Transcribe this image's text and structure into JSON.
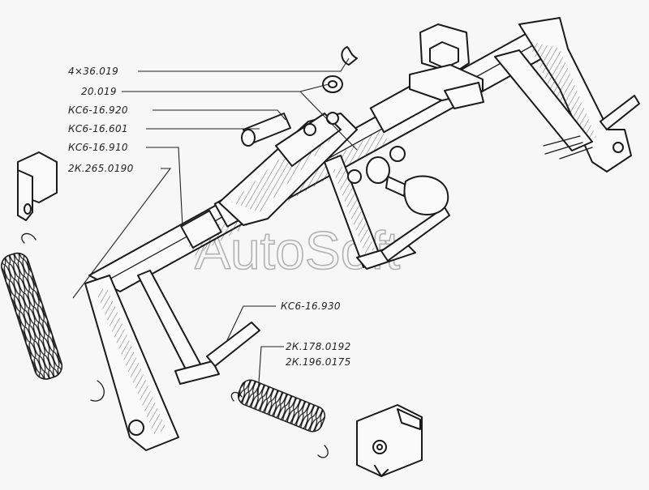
{
  "labels": {
    "cotter_pin": "4×36.019",
    "washer": "20.019",
    "pin": "КС6-16.920",
    "lever_assembly": "КС6-16.601",
    "shaft": "КС6-16.910",
    "spring_large": "2К.265.0190",
    "pedal_bracket": "КС6-16.930",
    "spring_small_a": "2К.178.0192",
    "spring_small_b": "2К.196.0175"
  },
  "watermark": "AutoSoft",
  "colors": {
    "ink": "#1a1a1a",
    "paper": "#f7f7f7",
    "watermark": "#9a9a9a"
  }
}
